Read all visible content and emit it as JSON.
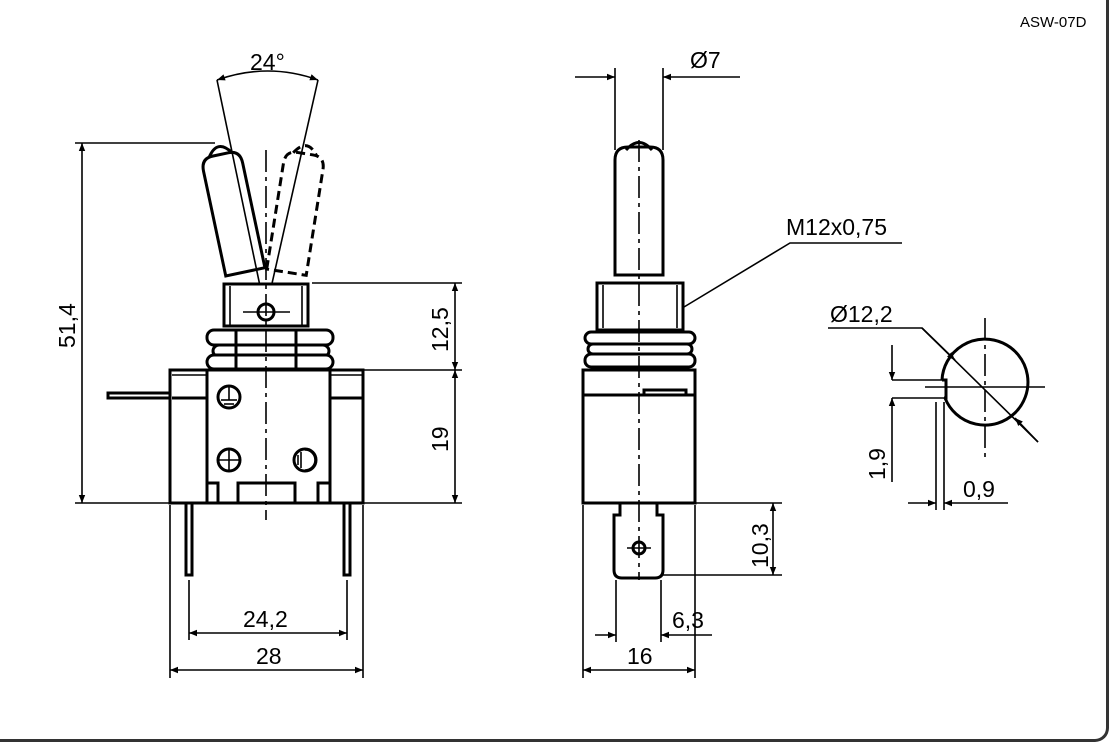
{
  "drawing": {
    "model_code": "ASW-07D",
    "front_view": {
      "angle_label": "24°",
      "height_total": "51,4",
      "bushing_height": "12,5",
      "body_height": "19",
      "pin_spacing": "24,2",
      "body_width": "28"
    },
    "side_view": {
      "lever_diameter": "Ø7",
      "thread": "M12x0,75",
      "tab_length": "10,3",
      "tab_width": "6,3",
      "body_depth": "16"
    },
    "mounting_hole": {
      "diameter": "Ø12,2",
      "key_width": "1,9",
      "key_depth": "0,9"
    }
  }
}
